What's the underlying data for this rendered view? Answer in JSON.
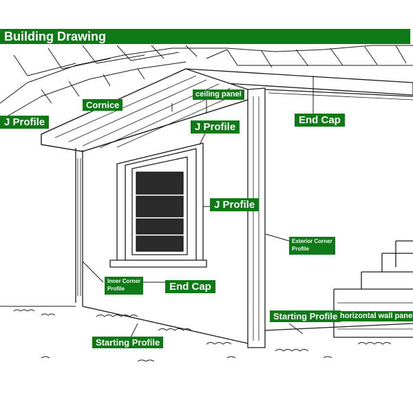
{
  "header": {
    "title": "Building Drawing"
  },
  "labels": {
    "cornice": "Cornice",
    "ceiling_panel": "ceiling panel",
    "j_profile_left": "J Profile",
    "j_profile_window_top": "J Profile",
    "j_profile_window_side": "J Profile",
    "end_cap_top": "End Cap",
    "end_cap_window": "End Cap",
    "exterior_corner_line1": "Exterior Corner",
    "exterior_corner_line2": "Profile",
    "inner_corner_line1": "Inner Corner",
    "inner_corner_line2": "Profile",
    "starting_profile_left": "Starting Profile",
    "starting_profile_right": "Starting Profile",
    "horizontal_wall_panel": "horizontal wall panel"
  },
  "colors": {
    "label_bg": "#0d7a16",
    "label_text": "#ffffff",
    "line_art": "#1a1a1a"
  }
}
